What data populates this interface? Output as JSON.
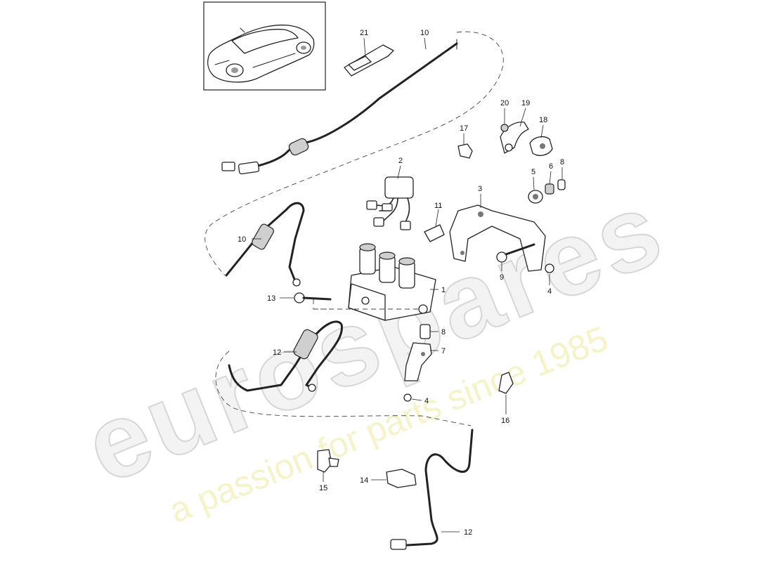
{
  "watermark": {
    "logo": "eurospares",
    "tagline": "a passion for parts since 1985"
  },
  "thumbnail": {
    "subject": "car-overview"
  },
  "callouts": [
    {
      "id": "c21",
      "text": "21"
    },
    {
      "id": "c10a",
      "text": "10"
    },
    {
      "id": "c20",
      "text": "20"
    },
    {
      "id": "c19",
      "text": "19"
    },
    {
      "id": "c18",
      "text": "18"
    },
    {
      "id": "c17",
      "text": "17"
    },
    {
      "id": "c2",
      "text": "2"
    },
    {
      "id": "c3",
      "text": "3"
    },
    {
      "id": "c5",
      "text": "5"
    },
    {
      "id": "c6",
      "text": "6"
    },
    {
      "id": "c8a",
      "text": "8"
    },
    {
      "id": "c11",
      "text": "11"
    },
    {
      "id": "c10b",
      "text": "10"
    },
    {
      "id": "c9",
      "text": "9"
    },
    {
      "id": "c4a",
      "text": "4"
    },
    {
      "id": "c1",
      "text": "1"
    },
    {
      "id": "c13",
      "text": "13"
    },
    {
      "id": "c8b",
      "text": "8"
    },
    {
      "id": "c7",
      "text": "7"
    },
    {
      "id": "c12a",
      "text": "12"
    },
    {
      "id": "c4b",
      "text": "4"
    },
    {
      "id": "c16",
      "text": "16"
    },
    {
      "id": "c15",
      "text": "15"
    },
    {
      "id": "c14",
      "text": "14"
    },
    {
      "id": "c12b",
      "text": "12"
    }
  ]
}
